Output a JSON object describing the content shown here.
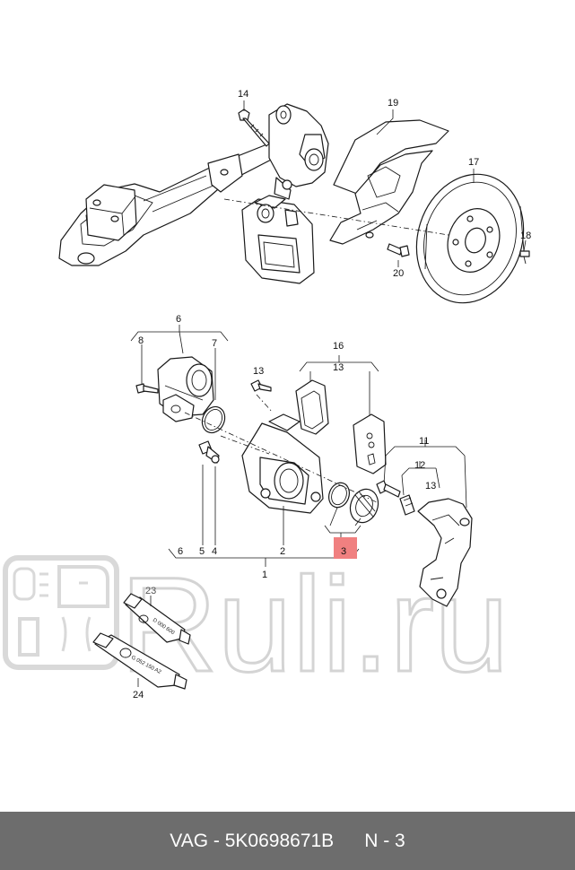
{
  "callouts": {
    "c14": "14",
    "c19": "19",
    "c17": "17",
    "c18": "18",
    "c20": "20",
    "c6": "6",
    "c8": "8",
    "c7": "7",
    "c16": "16",
    "c13a": "13",
    "c13b": "13",
    "c11": "11",
    "c12": "12",
    "c13c": "13",
    "b6": "6",
    "b5": "5",
    "b4": "4",
    "b2": "2",
    "b3": "3",
    "b1": "1",
    "c23": "23",
    "c24": "24"
  },
  "tubes": {
    "t23": "D 000 600",
    "t24": "G 052 150 A2"
  },
  "watermark": {
    "text": "Ruli.ru"
  },
  "highlight_color": "#f08080",
  "footer": {
    "brand": "VAG - 5K0698671B",
    "position": "N - 3"
  }
}
